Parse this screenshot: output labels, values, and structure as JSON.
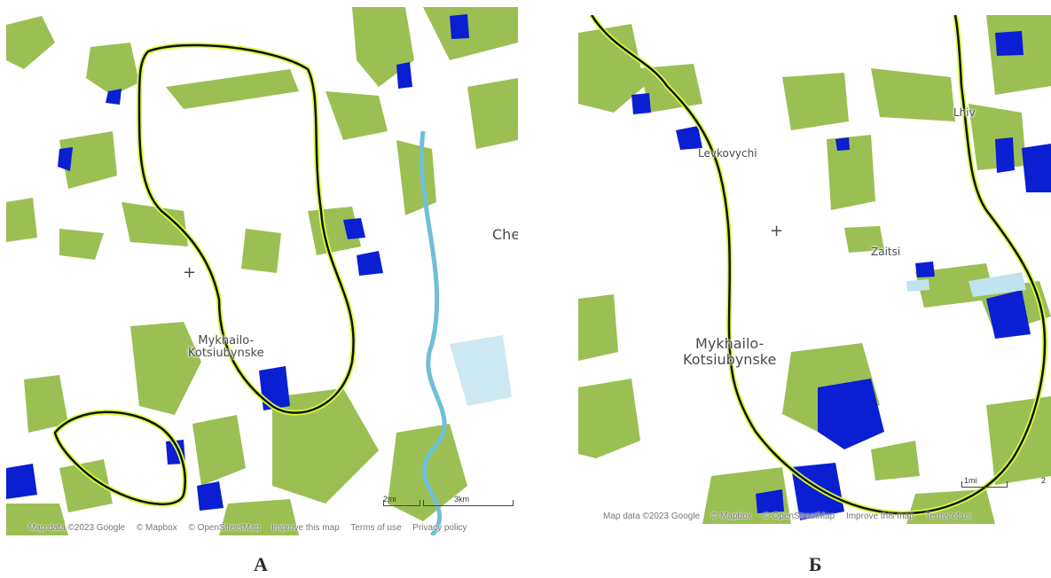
{
  "panel_a": {
    "caption": "А",
    "places": {
      "mykhailo_line1": "Mykhailo-",
      "mykhailo_line2": "Kotsiubynske",
      "che": "Che"
    },
    "scale": {
      "mi": "2mi",
      "km": "3km"
    },
    "attribution": [
      "Map data ©2023 Google",
      "© Mapbox",
      "© OpenStreetMap",
      "Improve this map",
      "Terms of use",
      "Privacy policy"
    ],
    "marker": "+"
  },
  "panel_b": {
    "caption": "Б",
    "places": {
      "levkovychi": "Levkovychi",
      "lhiv": "Lhiv",
      "zaitsi": "Zaitsi",
      "mykhailo_line1": "Mykhailo-",
      "mykhailo_line2": "Kotsiubynske"
    },
    "scale": {
      "mi": "1mi",
      "km": "2"
    },
    "attribution": [
      "Map data ©2023 Google",
      "© Mapbox",
      "© OpenStreetMap",
      "Improve this map",
      "Terms of us"
    ],
    "marker": "+"
  },
  "colors": {
    "vegetation": "#9bbf53",
    "water_flood": "#0a1ed2",
    "river": "#6fbfd6",
    "boundary": "#111111",
    "boundary_glow": "#d6ff3c"
  }
}
